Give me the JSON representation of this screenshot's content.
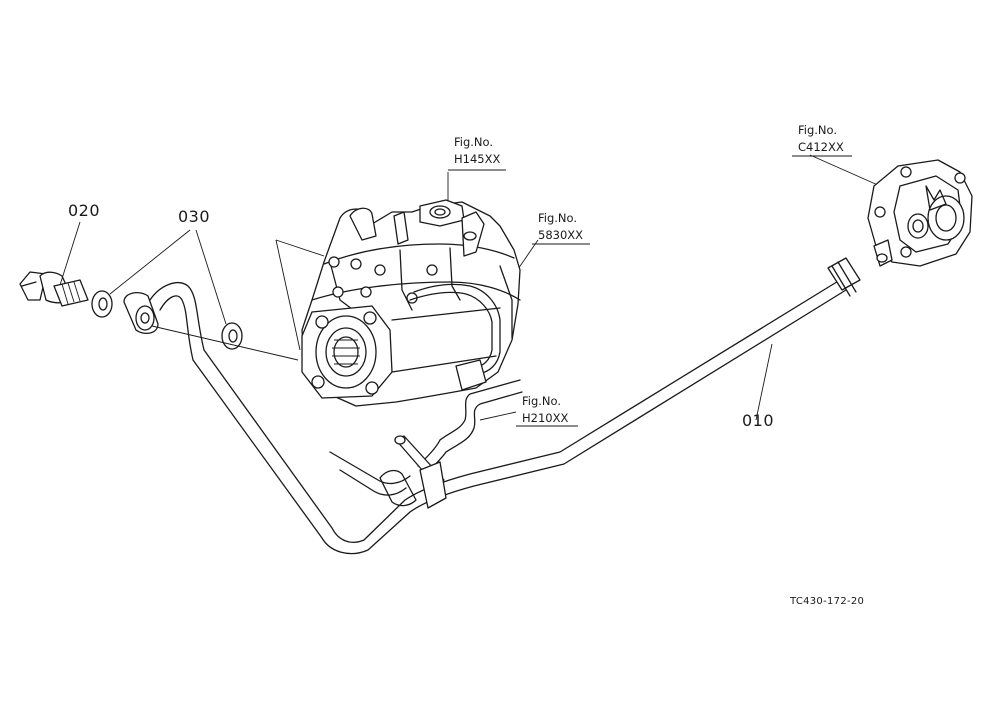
{
  "parts": {
    "p010": "010",
    "p020": "020",
    "p030": "030"
  },
  "figures": {
    "h145": {
      "title": "Fig.No.",
      "code": "H145XX"
    },
    "f5830": {
      "title": "Fig.No.",
      "code": "5830XX"
    },
    "c412": {
      "title": "Fig.No.",
      "code": "C412XX"
    },
    "h210": {
      "title": "Fig.No.",
      "code": "H210XX"
    }
  },
  "drawing_code": "TC430-172-20"
}
